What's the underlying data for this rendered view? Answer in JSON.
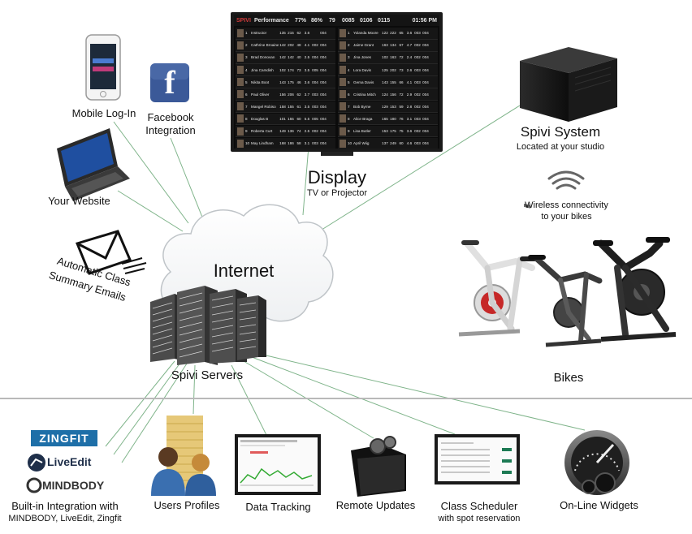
{
  "tv": {
    "title": "Performance",
    "pct1": "77%",
    "pct2": "86%",
    "n1": "79",
    "n2": "0085",
    "n3": "0106",
    "n4": "0115",
    "time": "01:56 PM",
    "logo": "SPIVI",
    "rows_left": [
      {
        "rank": "1",
        "name": "Instructor",
        "vals": [
          "135",
          "215",
          "62",
          "3.6",
          "",
          "004"
        ]
      },
      {
        "rank": "2",
        "name": "Cathrine Broaine",
        "vals": [
          "142",
          "202",
          "48",
          "4.1",
          "002",
          "004"
        ]
      },
      {
        "rank": "3",
        "name": "Brad Donovan",
        "vals": [
          "142",
          "142",
          "40",
          "2.5",
          "004",
          "004"
        ]
      },
      {
        "rank": "4",
        "name": "Jina Camdish",
        "vals": [
          "102",
          "174",
          "73",
          "3.5",
          "005",
          "004"
        ]
      },
      {
        "rank": "5",
        "name": "Nikita Boot",
        "vals": [
          "143",
          "175",
          "46",
          "3.6",
          "004",
          "004"
        ]
      },
      {
        "rank": "6",
        "name": "Paul Oliver",
        "vals": [
          "156",
          "206",
          "62",
          "3.7",
          "003",
          "004"
        ]
      },
      {
        "rank": "7",
        "name": "Mangel Robiso",
        "vals": [
          "158",
          "155",
          "61",
          "3.5",
          "003",
          "004"
        ]
      },
      {
        "rank": "8",
        "name": "Douglas B",
        "vals": [
          "101",
          "155",
          "60",
          "5.5",
          "005",
          "004"
        ]
      },
      {
        "rank": "9",
        "name": "Roberta Curt",
        "vals": [
          "149",
          "136",
          "74",
          "2.5",
          "002",
          "004"
        ]
      },
      {
        "rank": "10",
        "name": "May Lindham",
        "vals": [
          "168",
          "186",
          "58",
          "3.1",
          "003",
          "004"
        ]
      }
    ],
    "rows_right": [
      {
        "rank": "1",
        "name": "Yolanda Moore",
        "vals": [
          "122",
          "222",
          "65",
          "3.6",
          "003",
          "004"
        ]
      },
      {
        "rank": "2",
        "name": "Jaime Grant",
        "vals": [
          "163",
          "134",
          "67",
          "4.7",
          "002",
          "004"
        ]
      },
      {
        "rank": "3",
        "name": "Jina Jones",
        "vals": [
          "102",
          "163",
          "72",
          "2.4",
          "002",
          "004"
        ]
      },
      {
        "rank": "4",
        "name": "Lora Davis",
        "vals": [
          "125",
          "202",
          "73",
          "2.6",
          "003",
          "004"
        ]
      },
      {
        "rank": "5",
        "name": "Gema Davis",
        "vals": [
          "143",
          "155",
          "66",
          "4.1",
          "003",
          "004"
        ]
      },
      {
        "rank": "6",
        "name": "Cristina Mitch",
        "vals": [
          "124",
          "156",
          "72",
          "2.9",
          "002",
          "004"
        ]
      },
      {
        "rank": "7",
        "name": "Bob Byrne",
        "vals": [
          "129",
          "153",
          "59",
          "2.8",
          "002",
          "004"
        ]
      },
      {
        "rank": "8",
        "name": "Alice Braga",
        "vals": [
          "165",
          "180",
          "76",
          "3.1",
          "003",
          "004"
        ]
      },
      {
        "rank": "9",
        "name": "Lisa Butler",
        "vals": [
          "153",
          "175",
          "75",
          "3.6",
          "002",
          "004"
        ]
      },
      {
        "rank": "10",
        "name": "April Wiig",
        "vals": [
          "137",
          "249",
          "60",
          "4.6",
          "003",
          "004"
        ]
      }
    ]
  },
  "labels": {
    "display": "Display",
    "display_sub": "TV or Projector",
    "spivi_system": "Spivi System",
    "spivi_system_sub": "Located at your studio",
    "wireless_line1": "Wireless connectivity",
    "wireless_line2": "to your bikes",
    "bikes": "Bikes",
    "internet": "Internet",
    "spivi_servers": "Spivi Servers",
    "mobile_login": "Mobile Log-In",
    "facebook_line1": "Facebook",
    "facebook_line2": "Integration",
    "your_website": "Your Website",
    "emails_line1": "Automatic Class",
    "emails_line2": "Summary Emails",
    "builtin_line1": "Built-in Integration with",
    "builtin_line2": "MINDBODY, LiveEdit, Zingfit",
    "users_profiles": "Users Profiles",
    "data_tracking": "Data Tracking",
    "remote_updates": "Remote Updates",
    "class_scheduler": "Class Scheduler",
    "class_scheduler_sub": "with spot reservation",
    "online_widgets": "On-Line Widgets"
  },
  "logos": {
    "zingfit": "ZINGFIT",
    "liveedit": "LiveEdit",
    "mindbody": "MINDBODY",
    "facebook": "f"
  },
  "colors": {
    "connector": "#7fb48a",
    "divider": "#b9b9b9",
    "tv_bezel": "#1a1a1a",
    "facebook_blue": "#3b5998",
    "zingfit_blue": "#1e6fa8",
    "chart_line": "#33aa33"
  },
  "icons": {
    "phone": "phone-icon",
    "laptop": "laptop-icon",
    "envelope": "envelope-icon",
    "cloud": "cloud-icon",
    "server": "server-rack-icon",
    "spivi_box": "pc-box-icon",
    "wifi": "wifi-signal-icon",
    "bike": "spin-bike-icon",
    "users": "users-icon",
    "chart": "chart-screen-icon",
    "folder": "folder-gears-icon",
    "scheduler": "scheduler-screen-icon",
    "gauge": "gauge-gears-icon"
  }
}
